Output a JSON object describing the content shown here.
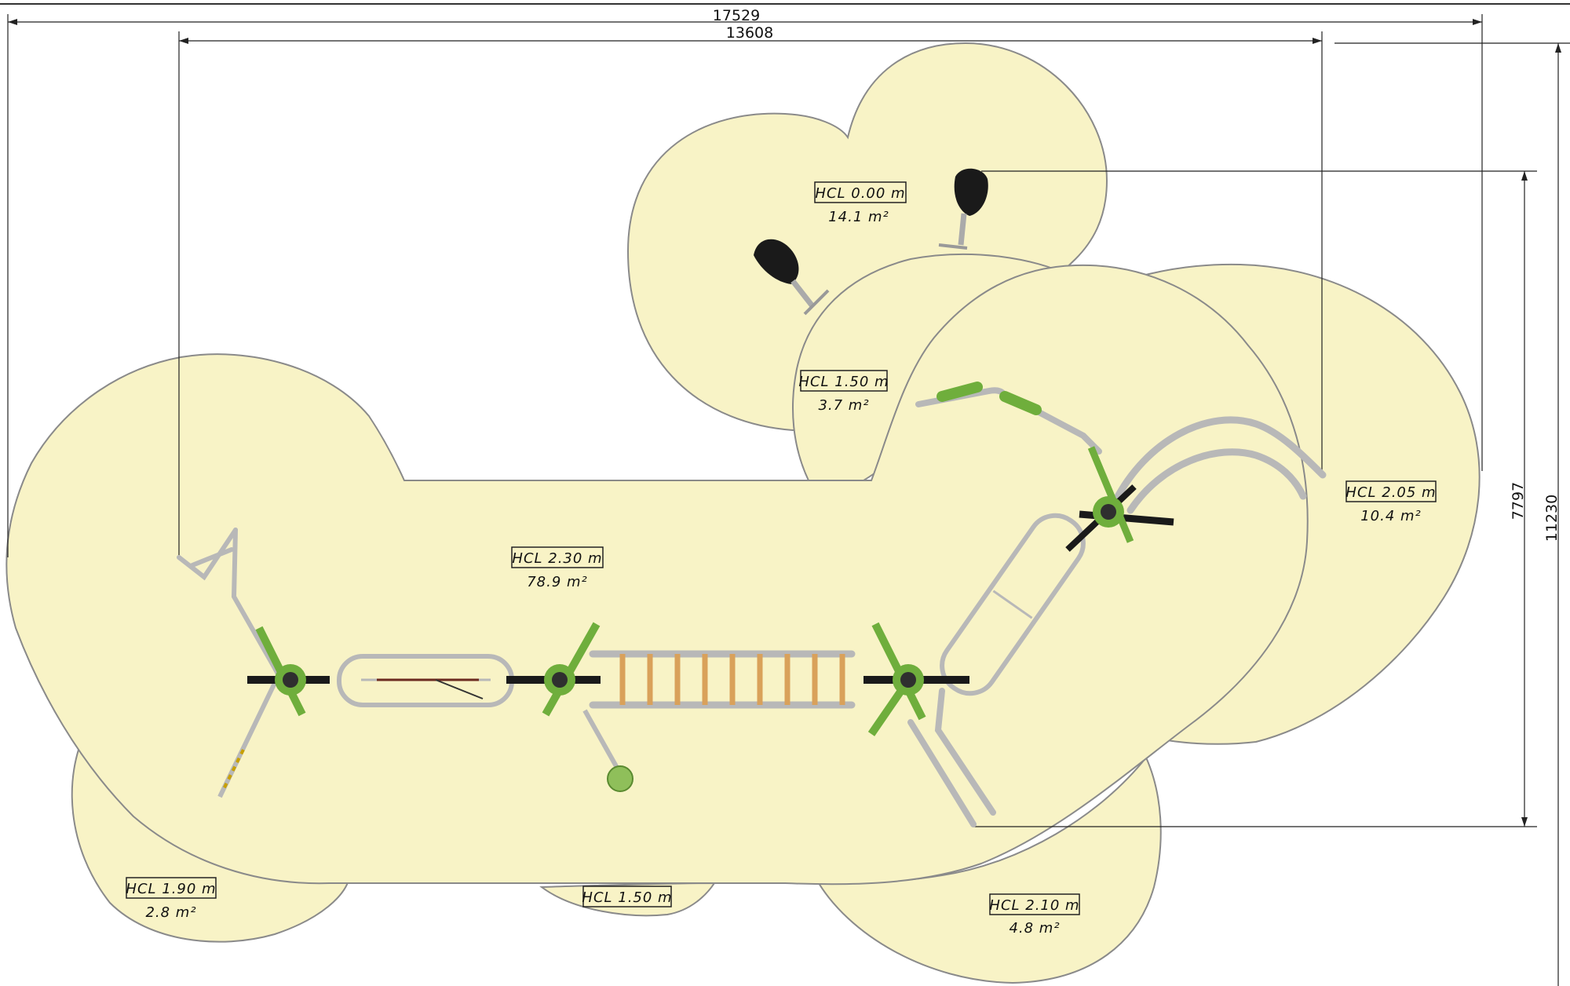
{
  "dimensions": {
    "overall_width": "17529",
    "inner_width": "13608",
    "inner_height": "7797",
    "overall_height": "11230"
  },
  "zones": [
    {
      "id": "seesaw",
      "hcl": "HCL  0.00  m",
      "area": "14.1  m²"
    },
    {
      "id": "small-upper",
      "hcl": "HCL  1.50  m",
      "area": "3.7  m²"
    },
    {
      "id": "right",
      "hcl": "HCL  2.05  m",
      "area": "10.4  m²"
    },
    {
      "id": "main",
      "hcl": "HCL  2.30  m",
      "area": "78.9  m²"
    },
    {
      "id": "bottom-left",
      "hcl": "HCL  1.90  m",
      "area": "2.8  m²"
    },
    {
      "id": "bottom-center",
      "hcl": "HCL  1.50  m",
      "area": ""
    },
    {
      "id": "bottom-right",
      "hcl": "HCL  2.10  m",
      "area": "4.8  m²"
    }
  ],
  "colors": {
    "safety_zone_fill": "#f8f3c6",
    "safety_zone_stroke": "#8a8a8a",
    "rope_green": "#6fae3c",
    "rung_orange": "#d9a15a",
    "metal_gray": "#b8b8b8",
    "seat_black": "#1a1a1a"
  }
}
